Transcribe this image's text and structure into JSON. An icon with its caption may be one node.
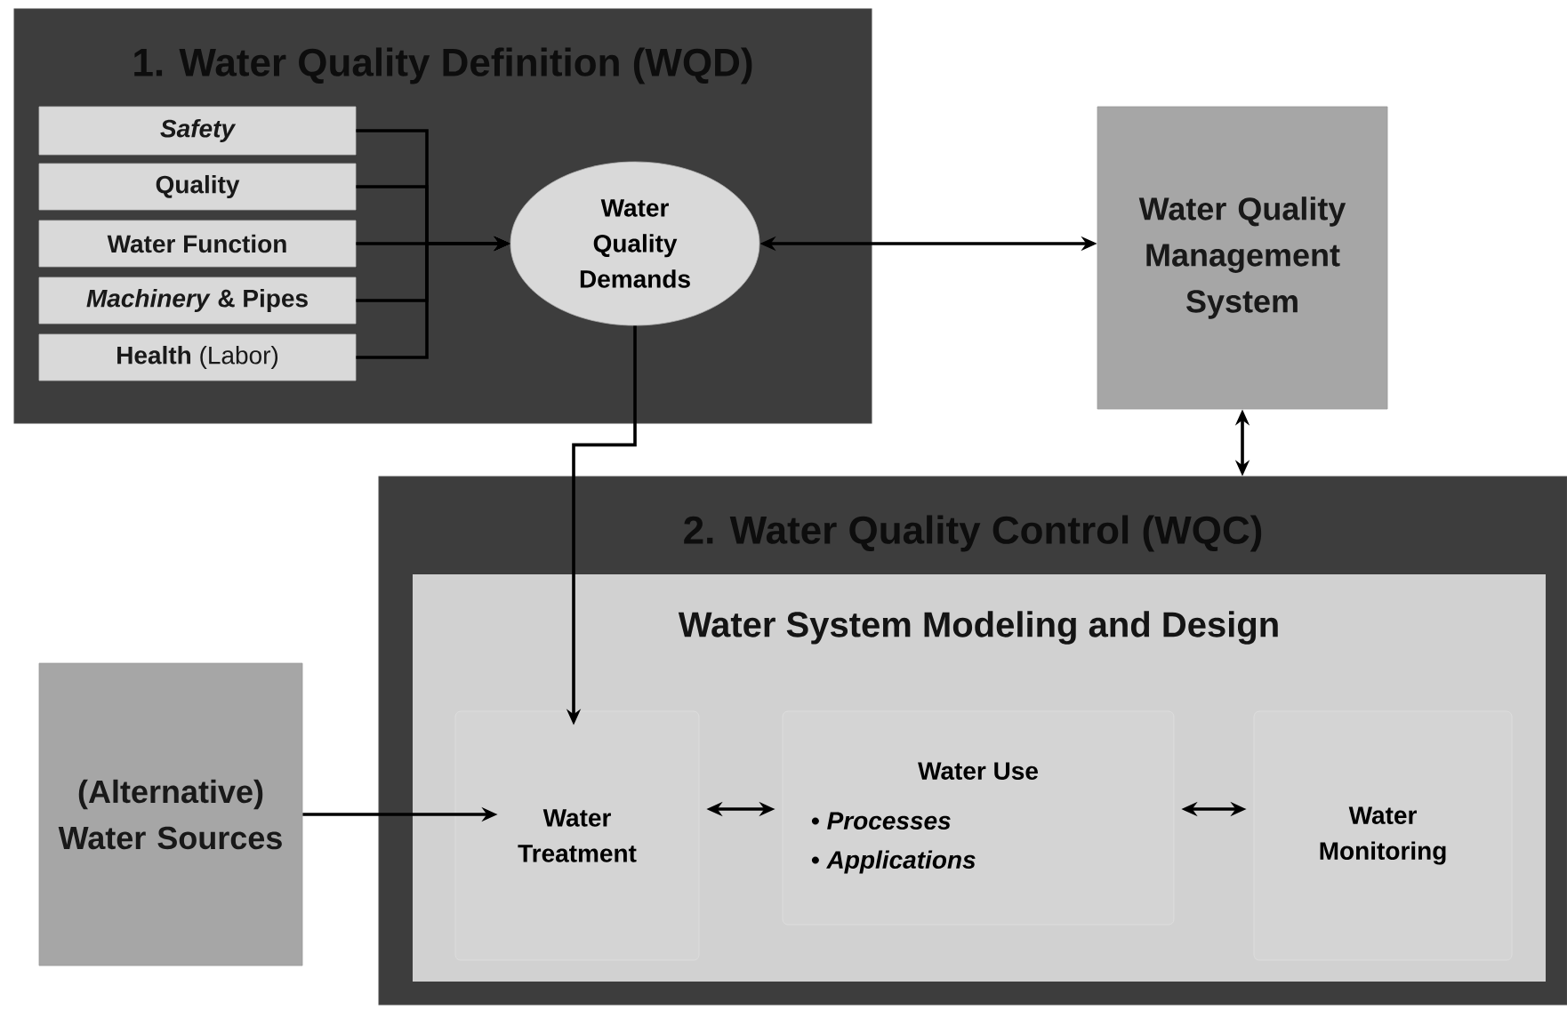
{
  "diagram": {
    "nodes": [
      {
        "text": [
          "1. Water Quality Definition (WQD)"
        ]
      },
      {
        "text": [
          "Safety"
        ],
        "in": 0
      },
      {
        "text": [
          "Quality"
        ],
        "in": 0
      },
      {
        "text": [
          "Water Function"
        ],
        "in": 0
      },
      {
        "text": [
          "*Machinery* & Pipes"
        ],
        "in": 0
      },
      {
        "text": [
          "**Health** (Labor)"
        ],
        "in": 0
      },
      {
        "text": [
          "Water Quality Demands"
        ],
        "in": 0
      },
      {
        "text": [
          "Water Quality Management System"
        ]
      },
      {
        "text": [
          "2. Water Quality Control (WQC)"
        ]
      },
      {
        "text": [
          "Water System Modeling and Design"
        ],
        "in": 8
      },
      {
        "text": [
          "Water Treatment"
        ],
        "in": 9
      },
      {
        "text": [
          "Water Use",
          "• *Processes*",
          "• *Applications*"
        ],
        "in": 9
      },
      {
        "text": [
          "Water Monitoring"
        ],
        "in": 9
      },
      {
        "text": [
          "(Alternative) Water Sources"
        ]
      }
    ],
    "edges": [
      {
        "from": 1,
        "to": 6,
        "arrow": "to"
      },
      {
        "from": 2,
        "to": 6,
        "arrow": "to"
      },
      {
        "from": 3,
        "to": 6,
        "arrow": "to"
      },
      {
        "from": 4,
        "to": 6,
        "arrow": "to"
      },
      {
        "from": 5,
        "to": 6,
        "arrow": "to"
      },
      {
        "from": 6,
        "to": 7,
        "arrow": "both"
      },
      {
        "from": 7,
        "to": 8,
        "arrow": "both"
      },
      {
        "from": 6,
        "to": 10,
        "arrow": "to"
      },
      {
        "from": 13,
        "to": 10,
        "arrow": "to"
      },
      {
        "from": 10,
        "to": 11,
        "arrow": "both"
      },
      {
        "from": 11,
        "to": 12,
        "arrow": "both"
      }
    ]
  }
}
